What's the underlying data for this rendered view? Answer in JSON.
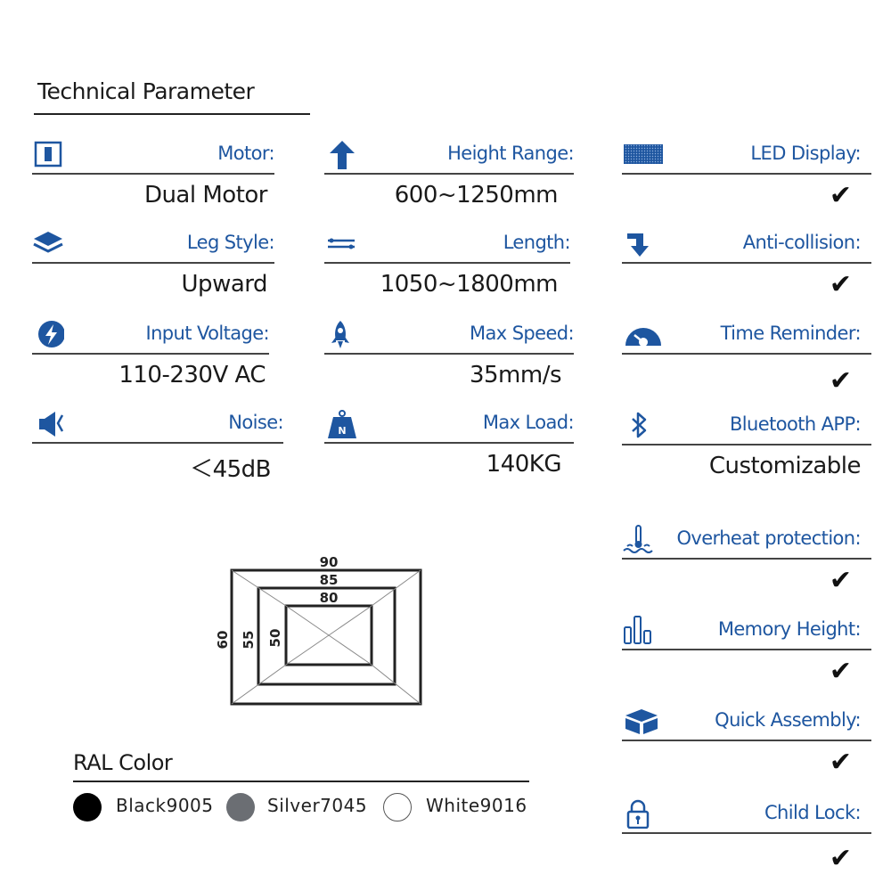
{
  "title": "Technical Parameter",
  "params": {
    "motor": {
      "label": "Motor:",
      "value": "Dual Motor",
      "icon": "motor-icon"
    },
    "height": {
      "label": "Height Range:",
      "value": "600~1250mm",
      "icon": "up-arrow-icon"
    },
    "led": {
      "label": "LED Display:",
      "value": "✔",
      "icon": "led-display-icon"
    },
    "leg": {
      "label": "Leg Style:",
      "value": "Upward",
      "icon": "layers-icon"
    },
    "length": {
      "label": "Length:",
      "value": "1050~1800mm",
      "icon": "length-icon"
    },
    "anticol": {
      "label": "Anti-collision:",
      "value": "✔",
      "icon": "down-turn-arrow-icon"
    },
    "voltage": {
      "label": "Input Voltage:",
      "value": "110-230V AC",
      "icon": "lightning-icon"
    },
    "speed": {
      "label": "Max Speed:",
      "value": "35mm/s",
      "icon": "rocket-icon"
    },
    "timer": {
      "label": "Time Reminder:",
      "value": "✔",
      "icon": "gauge-icon"
    },
    "noise": {
      "label": "Noise:",
      "value": "＜45dB",
      "icon": "speaker-icon"
    },
    "load": {
      "label": "Max Load:",
      "value": "140KG",
      "icon": "weight-icon"
    },
    "bt": {
      "label": "Bluetooth APP:",
      "value": "Customizable",
      "icon": "bluetooth-icon"
    },
    "overheat": {
      "label": "Overheat protection:",
      "value": "✔",
      "icon": "thermometer-icon"
    },
    "memory": {
      "label": "Memory Height:",
      "value": "✔",
      "icon": "bars-icon"
    },
    "assembly": {
      "label": "Quick Assembly:",
      "value": "✔",
      "icon": "box-icon"
    },
    "lock": {
      "label": "Child Lock:",
      "value": "✔",
      "icon": "lock-icon"
    }
  },
  "diagram": {
    "outer": "90",
    "middle": "85",
    "inner": "80",
    "outer_h": "60",
    "middle_h": "55",
    "inner_h": "50"
  },
  "ral": {
    "title": "RAL Color",
    "colors": [
      {
        "name": "Black9005",
        "hex": "#000000"
      },
      {
        "name": "Silver7045",
        "hex": "#6b6e73"
      },
      {
        "name": "White9016",
        "hex": "#ffffff"
      }
    ]
  },
  "accent": "#1e56a0"
}
